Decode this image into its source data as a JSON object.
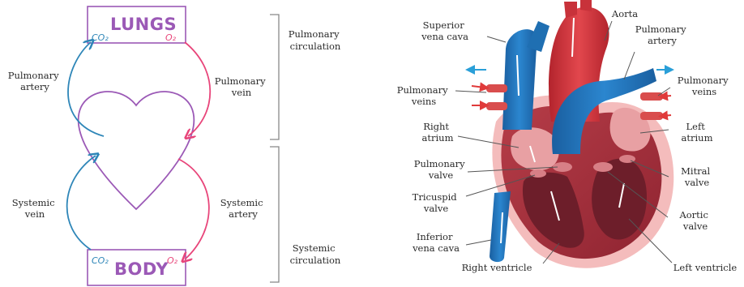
{
  "left_diagram": {
    "lungs_box": {
      "title": "LUNGS",
      "left_gas": "CO₂",
      "right_gas": "O₂"
    },
    "body_box": {
      "title": "BODY",
      "left_gas": "CO₂",
      "right_gas": "O₂"
    },
    "labels": {
      "pulmonary_artery": [
        "Pulmonary",
        "artery"
      ],
      "pulmonary_vein": [
        "Pulmonary",
        "vein"
      ],
      "systemic_vein": [
        "Systemic",
        "vein"
      ],
      "systemic_artery": [
        "Systemic",
        "artery"
      ]
    },
    "brackets": {
      "pulmonary_circulation": [
        "Pulmonary",
        "circulation"
      ],
      "systemic_circulation": [
        "Systemic",
        "circulation"
      ]
    }
  },
  "right_diagram": {
    "labels": {
      "aorta": [
        "Aorta"
      ],
      "superior_vena_cava": [
        "Superior",
        "vena cava"
      ],
      "pulmonary_artery": [
        "Pulmonary",
        "artery"
      ],
      "pulmonary_veins_left": [
        "Pulmonary",
        "veins"
      ],
      "pulmonary_veins_right": [
        "Pulmonary",
        "veins"
      ],
      "right_atrium": [
        "Right",
        "atrium"
      ],
      "left_atrium": [
        "Left",
        "atrium"
      ],
      "pulmonary_valve": [
        "Pulmonary",
        "valve"
      ],
      "mitral_valve": [
        "Mitral",
        "valve"
      ],
      "tricuspid_valve": [
        "Tricuspid",
        "valve"
      ],
      "aortic_valve": [
        "Aortic",
        "valve"
      ],
      "inferior_vena_cava": [
        "Inferior",
        "vena cava"
      ],
      "right_ventricle": [
        "Right ventricle"
      ],
      "left_ventricle": [
        "Left ventricle"
      ]
    }
  },
  "colors": {
    "purple": "#9b59b6",
    "pink": "#e8457a",
    "blue": "#2e86b8",
    "vein_blue": "#1f6fb2",
    "artery_red": "#c8323a",
    "heart_pink": "#f3b8b8",
    "heart_muscle": "#a8343f",
    "gray": "#888888"
  }
}
